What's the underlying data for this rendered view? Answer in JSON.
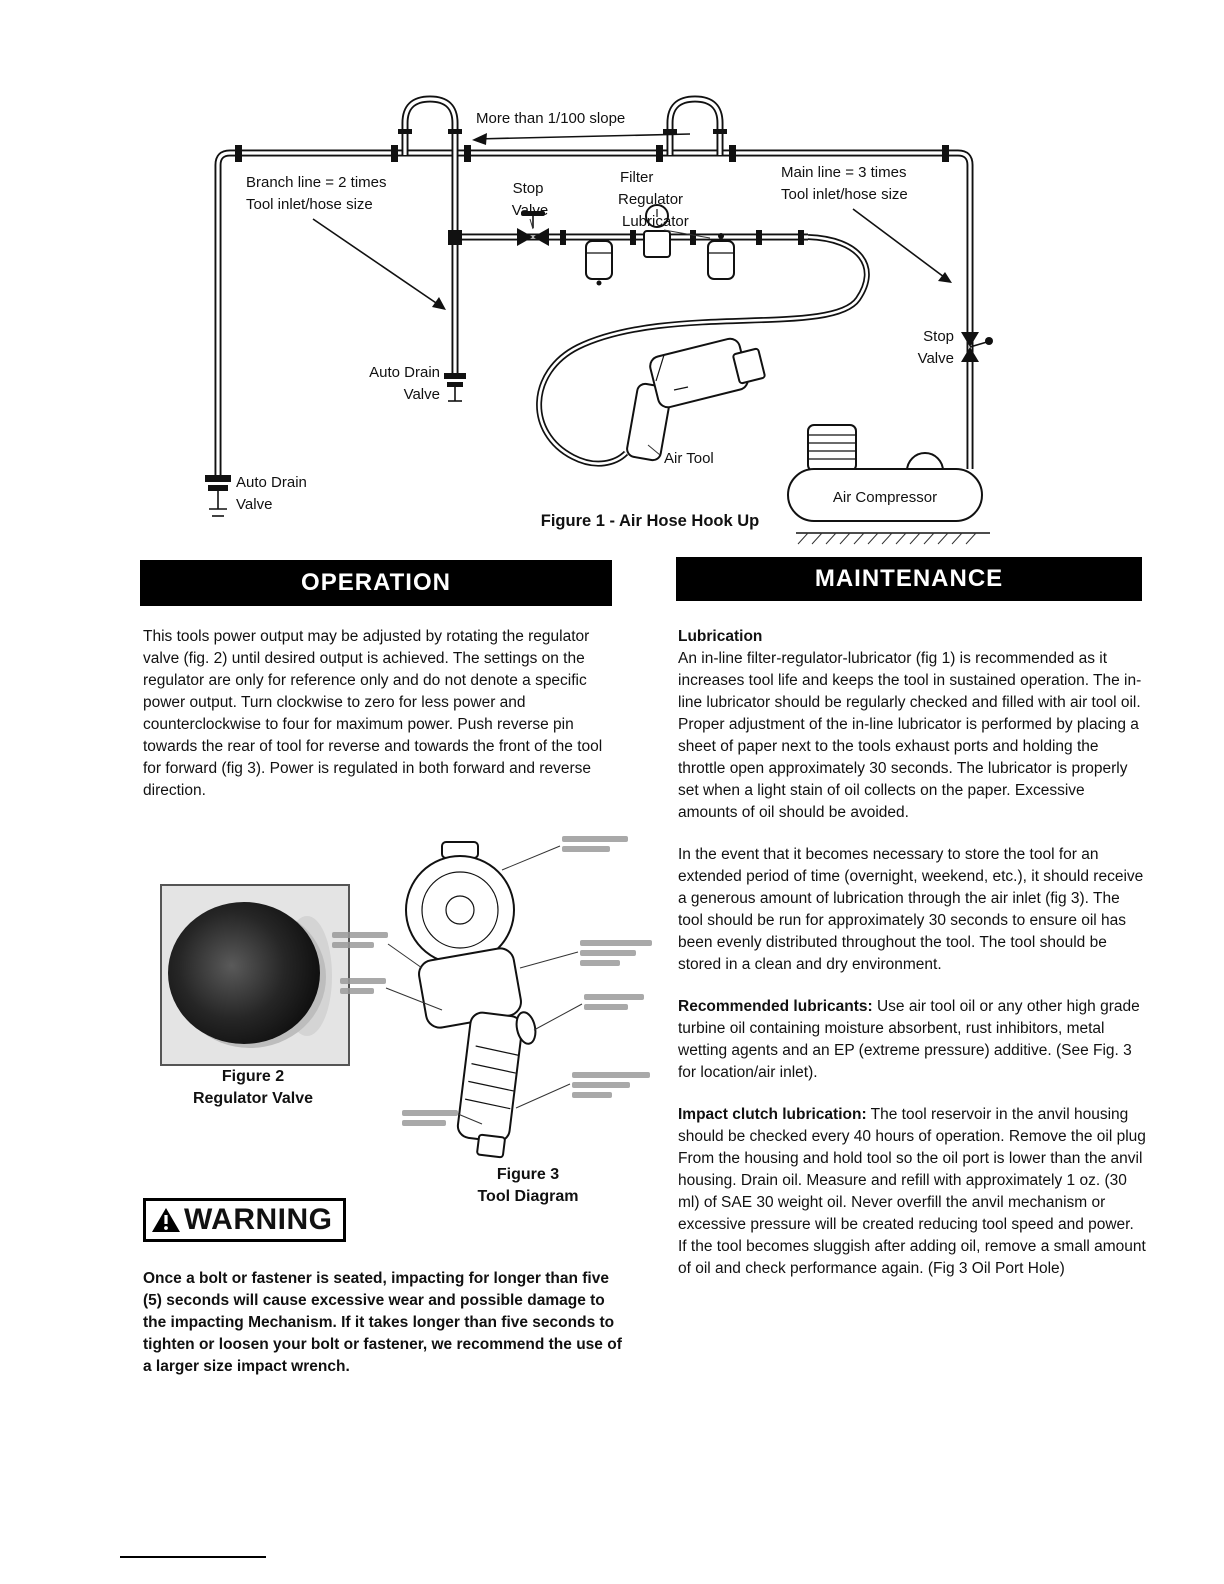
{
  "figure1": {
    "caption": "Figure 1 - Air Hose Hook Up",
    "slope": "More than 1/100 slope",
    "branch_line_l1": "Branch line = 2 times",
    "branch_line_l2": "Tool inlet/hose size",
    "stop_valve_top_l1": "Stop",
    "stop_valve_top_l2": "Valve",
    "frl_l1": "Filter",
    "frl_l2": "Regulator",
    "frl_l3": "Lubricator",
    "main_line_l1": "Main line = 3 times",
    "main_line_l2": "Tool inlet/hose size",
    "stop_valve_right_l1": "Stop",
    "stop_valve_right_l2": "Valve",
    "auto_drain_mid_l1": "Auto Drain",
    "auto_drain_mid_l2": "Valve",
    "auto_drain_left_l1": "Auto Drain",
    "auto_drain_left_l2": "Valve",
    "air_tool": "Air Tool",
    "air_compressor": "Air Compressor"
  },
  "operation": {
    "title": "OPERATION",
    "body": "This tools power output may be adjusted by rotating the regulator valve (fig. 2) until desired output is achieved. The settings on the regulator are only for reference only and do not denote a specific power output. Turn clockwise to zero for less power and counterclockwise to four for maximum power. Push reverse pin towards the rear of tool for reverse and towards the front of the tool for forward (fig 3). Power is regulated in both forward and reverse direction."
  },
  "figure2": {
    "caption_l1": "Figure 2",
    "caption_l2": "Regulator Valve"
  },
  "figure3": {
    "caption_l1": "Figure 3",
    "caption_l2": "Tool Diagram"
  },
  "warning": {
    "label": "WARNING",
    "body": "Once a bolt or fastener is seated, impacting for longer than five (5) seconds will cause excessive wear and possible damage to the impacting Mechanism. If it takes longer than five seconds to tighten or loosen your bolt or fastener, we recommend the use of a larger size impact wrench."
  },
  "maintenance": {
    "title": "MAINTENANCE",
    "lubrication_heading": "Lubrication",
    "p1": "An in-line filter-regulator-lubricator (fig 1) is recommended as it increases tool life and keeps the tool in sustained operation. The in-line lubricator should be regularly checked and filled with air tool oil. Proper adjustment of the in-line lubricator is performed by placing a sheet of paper next to the tools exhaust ports and holding the throttle open approximately 30 seconds. The lubricator is properly set when a light stain of oil collects on the paper. Excessive amounts of oil should be avoided.",
    "p2": "In the event that it becomes necessary to store the tool for an extended period of time (overnight, weekend, etc.), it should receive a generous amount of lubrication through the air inlet (fig 3). The tool should be run for approximately 30 seconds to ensure oil has been evenly distributed throughout the tool. The tool should be stored in a clean and dry environment.",
    "rec_label": "Recommended lubricants:",
    "rec_body": " Use air tool oil or any other high grade turbine oil containing moisture absorbent, rust inhibitors, metal wetting agents and an EP (extreme pressure) additive. (See Fig. 3 for location/air inlet).",
    "impact_label": "Impact clutch lubrication:",
    "impact_body": " The tool reservoir in the anvil housing should be checked every 40 hours of operation. Remove the oil plug From the housing and hold tool so the oil port is lower than the anvil housing. Drain oil. Measure and refill with approximately 1 oz. (30 ml) of SAE 30 weight oil. Never overfill the anvil mechanism or excessive pressure will be created reducing tool speed and power. If the tool becomes sluggish after adding oil, remove a small amount of oil and check performance again. (Fig 3 Oil Port Hole)"
  }
}
